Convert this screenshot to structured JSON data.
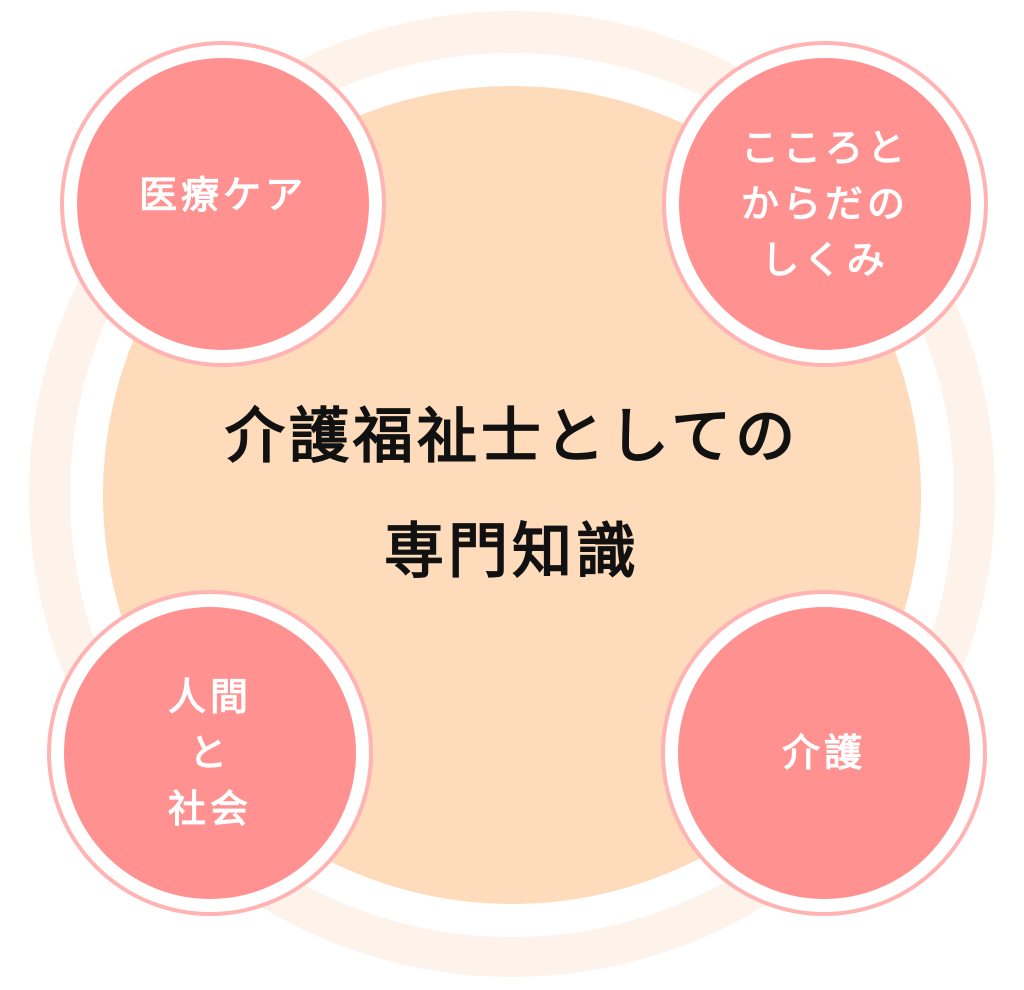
{
  "diagram": {
    "type": "radial-concept",
    "center": {
      "lines": [
        "介護福祉士としての",
        "専門知識"
      ]
    },
    "nodes": [
      {
        "position": "top-left",
        "lines": [
          "医療ケア"
        ]
      },
      {
        "position": "top-right",
        "lines": [
          "こころと",
          "からだの",
          "しくみ"
        ]
      },
      {
        "position": "bottom-left",
        "lines": [
          "人間",
          "と",
          "社会"
        ]
      },
      {
        "position": "bottom-right",
        "lines": [
          "介護"
        ]
      }
    ]
  },
  "colors": {
    "background": "#ffffff",
    "outer_ring": "#fef3ea",
    "center_fill": "#fddbbb",
    "node_fill": "#ff9191",
    "node_outline": "#ffb3b3",
    "node_text": "#ffffff",
    "center_text": "#111111"
  }
}
